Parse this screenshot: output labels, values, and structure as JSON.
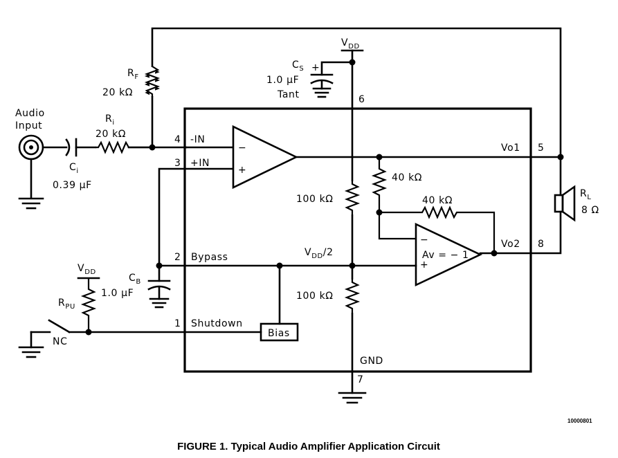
{
  "caption": "FIGURE 1. Typical Audio Amplifier Application Circuit",
  "figure_code": "10000801",
  "input": {
    "line1": "Audio",
    "line2": "Input"
  },
  "rf": {
    "label": "R",
    "sub": "F",
    "value": "20 kΩ"
  },
  "ri": {
    "label": "R",
    "sub": "i",
    "value": "20 kΩ"
  },
  "ci": {
    "label": "C",
    "sub": "i",
    "value": "0.39 µF"
  },
  "cs": {
    "label": "C",
    "sub": "S",
    "value": "1.0 µF",
    "note": "Tant",
    "plus": "+"
  },
  "cb": {
    "label": "C",
    "sub": "B",
    "value": "1.0 µF"
  },
  "rpu": {
    "label": "R",
    "sub": "PU"
  },
  "rl": {
    "label": "R",
    "sub": "L",
    "value": "8 Ω"
  },
  "vdd": {
    "label": "V",
    "sub": "DD"
  },
  "vdd_rpu": {
    "label": "V",
    "sub": "DD"
  },
  "vdd_half": {
    "label": "V",
    "sub": "DD",
    "suffix": "/2"
  },
  "switch_label": "NC",
  "pins": {
    "p4": {
      "num": "4",
      "name": "-IN"
    },
    "p3": {
      "num": "3",
      "name": "+IN"
    },
    "p2": {
      "num": "2",
      "name": "Bypass"
    },
    "p1": {
      "num": "1",
      "name": "Shutdown"
    },
    "p6": {
      "num": "6"
    },
    "p5": {
      "num": "5",
      "name": "Vo1"
    },
    "p8": {
      "num": "8",
      "name": "Vo2"
    },
    "p7": {
      "num": "7",
      "name": "GND"
    }
  },
  "r_top": "100 kΩ",
  "r_bottom": "100 kΩ",
  "r_fb1": "40 kΩ",
  "r_fb2": "40 kΩ",
  "opamp1": {
    "minus": "−",
    "plus": "+"
  },
  "opamp2": {
    "minus": "−",
    "plus": "+",
    "gain": "Av = − 1"
  },
  "bias_label": "Bias"
}
